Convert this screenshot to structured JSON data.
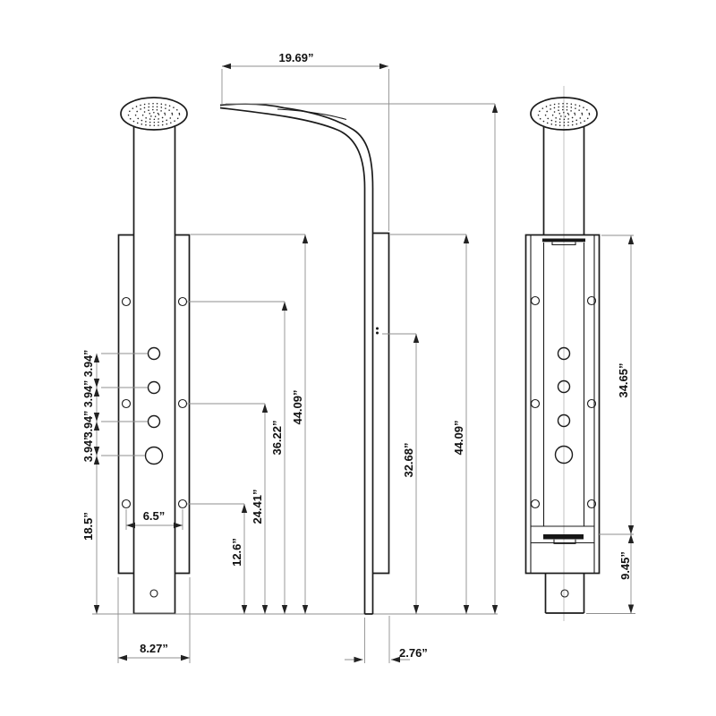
{
  "drawing": {
    "dims": {
      "arm_reach": "19.69”",
      "jet_spacing": [
        "3.94”",
        "3.94”",
        "3.94”",
        "3.94”"
      ],
      "big_jet_from_bottom": "18.5”",
      "lower_holes_span": "6.5”",
      "lower_holes_height": "12.6”",
      "mid_holes_height": "24.41”",
      "upper_holes_height": "36.22”",
      "panel_height_front": "44.09”",
      "panel_width": "8.27”",
      "side_dots_height": "32.68”",
      "panel_height_side": "44.09”",
      "panel_depth": "2.76”",
      "rear_bracket_span": "34.65”",
      "rear_bottom_offset": "9.45”"
    }
  }
}
